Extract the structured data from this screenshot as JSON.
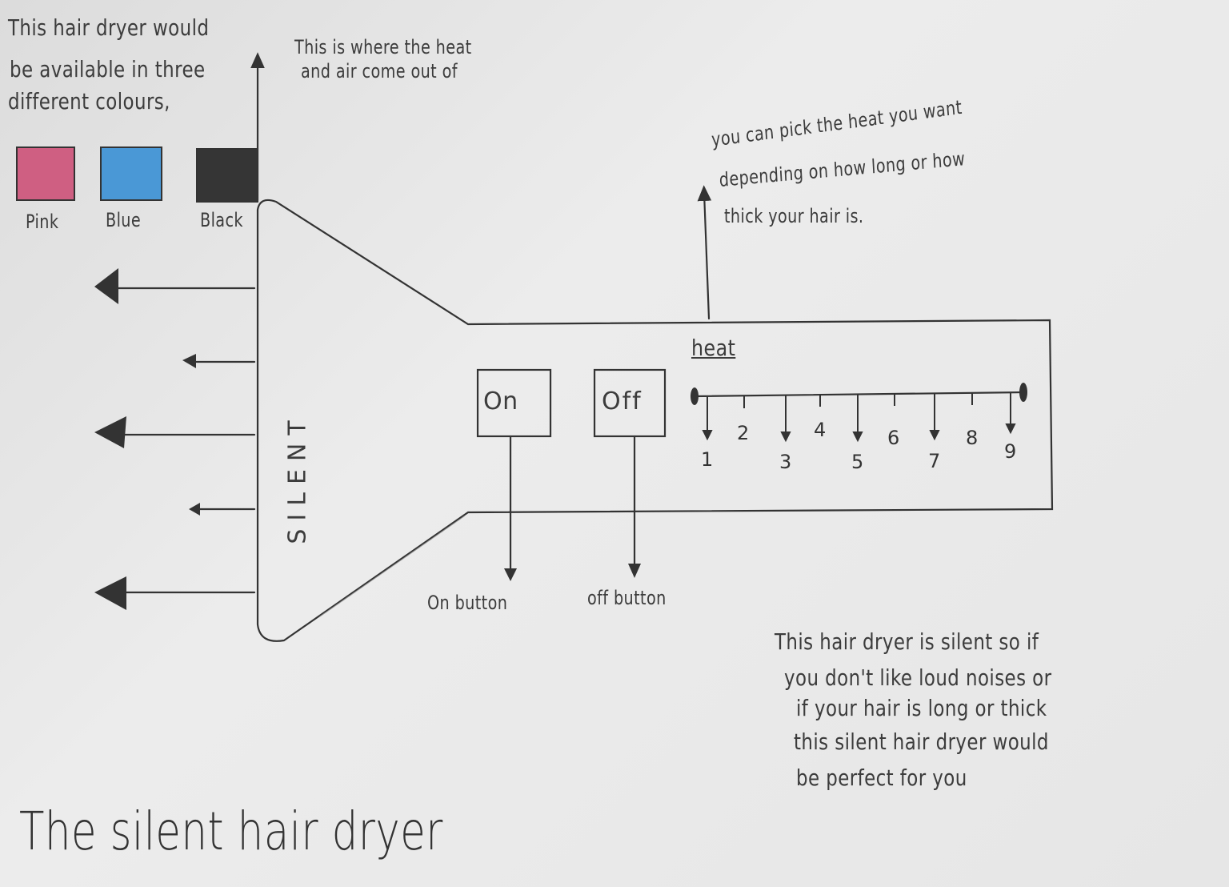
{
  "notes": {
    "colours": [
      "This hair dryer would",
      "be available in three",
      "different colours,"
    ],
    "heat_out": [
      "This is where the heat",
      "and air come out of"
    ],
    "pick_heat": [
      "you can pick the heat you want",
      "depending on how long or how",
      "thick your hair is."
    ],
    "silent_note": [
      "This hair dryer is silent so if",
      "you don't like loud noises or",
      "if your hair is long or thick",
      "this silent hair dryer would",
      "be perfect for you"
    ]
  },
  "swatches": [
    {
      "label": "Pink",
      "color": "#cf5f82"
    },
    {
      "label": "Blue",
      "color": "#4a98d6"
    },
    {
      "label": "Black",
      "color": "#353535"
    }
  ],
  "body_label": "SILENT",
  "buttons": {
    "on": "On",
    "off": "Off",
    "on_label": "On button",
    "off_label": "off button"
  },
  "heat": {
    "label": "heat",
    "levels": [
      "1",
      "2",
      "3",
      "4",
      "5",
      "6",
      "7",
      "8",
      "9"
    ]
  },
  "title": "The silent hair dryer"
}
